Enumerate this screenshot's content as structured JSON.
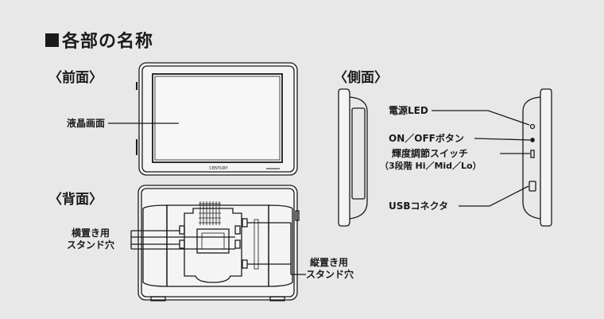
{
  "title": "各部の名称",
  "sections": {
    "front": "〈前面〉",
    "side": "〈側面〉",
    "back": "〈背面〉"
  },
  "labels": {
    "lcd": "液晶画面",
    "power_led": "電源LED",
    "on_off_button": "ON／OFFボタン",
    "brightness_switch": "輝度調節スイッチ",
    "brightness_levels": "（3段階 Hi／Mid／Lo）",
    "usb_connector": "USBコネクタ",
    "horizontal_stand_line1": "横置き用",
    "horizontal_stand_line2": "スタンド穴",
    "vertical_stand_line1": "縦置き用",
    "vertical_stand_line2": "スタンド穴"
  },
  "brand": "CENTURY",
  "colors": {
    "background": "#e8e8e8",
    "line": "#1a1a1a"
  }
}
